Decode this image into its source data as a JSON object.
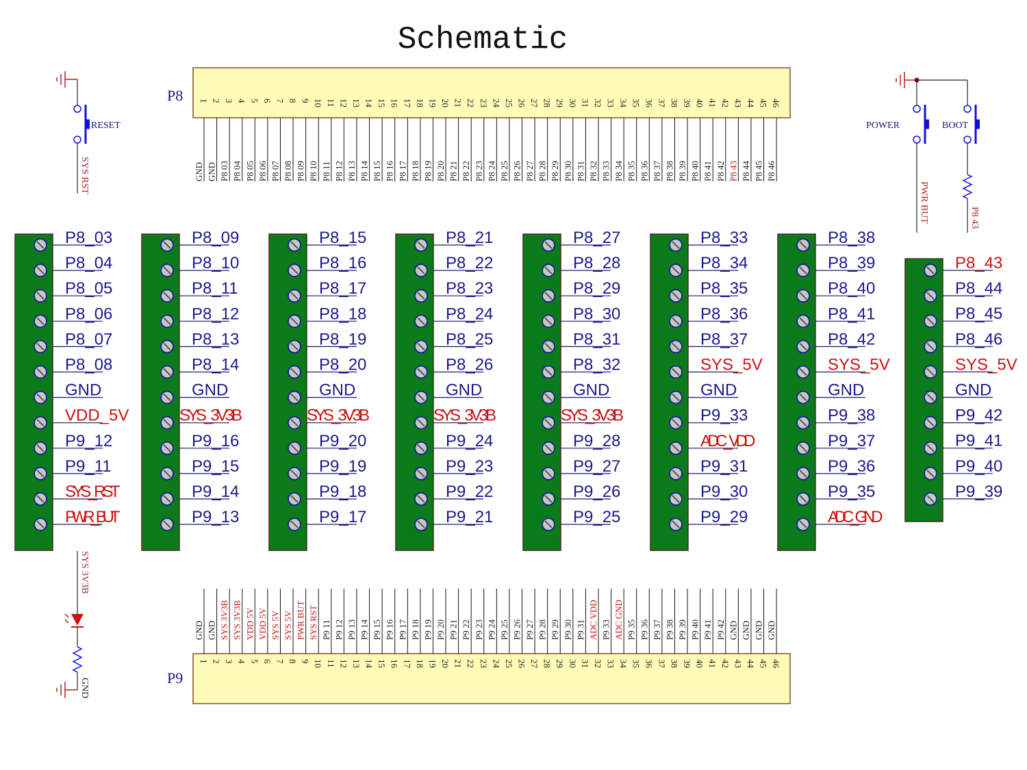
{
  "title": "Schematic",
  "colors": {
    "header_fill": "#fffcb8",
    "header_stroke": "#8b4a2a",
    "block_green": "#0a7a1a",
    "wire_blue": "#1a1a6e",
    "signal_red": "#cc1111",
    "net_red": "#aa2222",
    "switch_blue": "#1010dd"
  },
  "p8": {
    "label": "P8",
    "pins": [
      "GND",
      "GND",
      "P8_03",
      "P8_04",
      "P8_05",
      "P8_06",
      "P8_07",
      "P8_08",
      "P8_09",
      "P8_10",
      "P8_11",
      "P8_12",
      "P8_13",
      "P8_14",
      "P8_15",
      "P8_16",
      "P8_17",
      "P8_18",
      "P8_19",
      "P8_20",
      "P8_21",
      "P8_22",
      "P8_23",
      "P8_24",
      "P8_25",
      "P8_26",
      "P8_27",
      "P8_28",
      "P8_29",
      "P8_30",
      "P8_31",
      "P8_32",
      "P8_33",
      "P8_34",
      "P8_35",
      "P8_36",
      "P8_37",
      "P8_38",
      "P8_39",
      "P8_40",
      "P8_41",
      "P8_42",
      "P8_43",
      "P8_44",
      "P8_45",
      "P8_46"
    ]
  },
  "p9": {
    "label": "P9",
    "pins": [
      "GND",
      "GND",
      "SYS_3V3B",
      "SYS_3V3B",
      "VDD_5V",
      "VDD_5V",
      "SYS_5V",
      "SYS_5V",
      "PWR_BUT",
      "SYS_RST",
      "P9_11",
      "P9_12",
      "P9_13",
      "P9_14",
      "P9_15",
      "P9_16",
      "P9_17",
      "P9_18",
      "P9_19",
      "P9_20",
      "P9_21",
      "P9_22",
      "P9_23",
      "P9_24",
      "P9_25",
      "P9_26",
      "P9_27",
      "P9_28",
      "P9_29",
      "P9_30",
      "P9_31",
      "ADC_VDD",
      "P9_33",
      "ADC_GND",
      "P9_35",
      "P9_36",
      "P9_37",
      "P9_38",
      "P9_39",
      "P9_40",
      "P9_41",
      "P9_42",
      "GND",
      "GND",
      "GND",
      "GND"
    ]
  },
  "red_signals": [
    "SYS_3V3B",
    "VDD_5V",
    "SYS_5V",
    "PWR_BUT",
    "SYS_RST",
    "ADC_VDD",
    "ADC_GND",
    "P8_43"
  ],
  "terminal_blocks": [
    [
      "P8_03",
      "P8_04",
      "P8_05",
      "P8_06",
      "P8_07",
      "P8_08",
      "GND",
      "VDD_5V",
      "P9_12",
      "P9_11",
      "SYS_RST",
      "PWR_BUT"
    ],
    [
      "P8_09",
      "P8_10",
      "P8_11",
      "P8_12",
      "P8_13",
      "P8_14",
      "GND",
      "SYS_3V3B",
      "P9_16",
      "P9_15",
      "P9_14",
      "P9_13"
    ],
    [
      "P8_15",
      "P8_16",
      "P8_17",
      "P8_18",
      "P8_19",
      "P8_20",
      "GND",
      "SYS_3V3B",
      "P9_20",
      "P9_19",
      "P9_18",
      "P9_17"
    ],
    [
      "P8_21",
      "P8_22",
      "P8_23",
      "P8_24",
      "P8_25",
      "P8_26",
      "GND",
      "SYS_3V3B",
      "P9_24",
      "P9_23",
      "P9_22",
      "P9_21"
    ],
    [
      "P8_27",
      "P8_28",
      "P8_29",
      "P8_30",
      "P8_31",
      "P8_32",
      "GND",
      "SYS_3V3B",
      "P9_28",
      "P9_27",
      "P9_26",
      "P9_25"
    ],
    [
      "P8_33",
      "P8_34",
      "P8_35",
      "P8_36",
      "P8_37",
      "SYS_5V",
      "GND",
      "P9_33",
      "ADC_VDD",
      "P9_31",
      "P9_30",
      "P9_29"
    ],
    [
      "P8_38",
      "P8_39",
      "P8_40",
      "P8_41",
      "P8_42",
      "SYS_5V",
      "GND",
      "P9_38",
      "P9_37",
      "P9_36",
      "P9_35",
      "ADC_GND"
    ],
    [
      "P8_43",
      "P8_44",
      "P8_45",
      "P8_46",
      "SYS_5V",
      "GND",
      "P9_42",
      "P9_41",
      "P9_40",
      "P9_39"
    ]
  ],
  "reset_circuit": {
    "switch_label": "RESET",
    "net": "SYS_RST"
  },
  "power_circuit": {
    "switch_label": "POWER",
    "net": "PWR_BUT"
  },
  "boot_circuit": {
    "switch_label": "BOOT",
    "net": "P8_43"
  },
  "led_circuit": {
    "net_top": "SYS_3V3B",
    "net_bottom": "GND"
  }
}
